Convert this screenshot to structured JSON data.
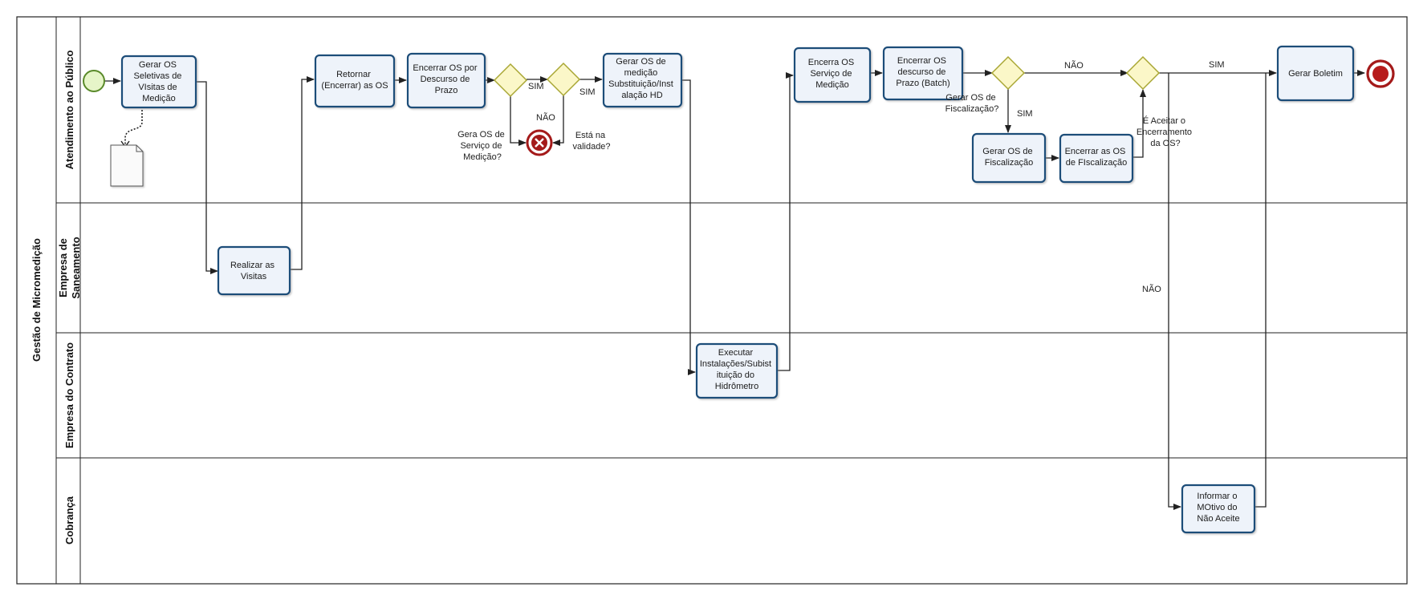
{
  "pool": {
    "title": "Gestão de Micromedição"
  },
  "lanes": [
    {
      "id": "atendimento",
      "title": "Atendimento ao Público"
    },
    {
      "id": "saneamento",
      "title": "Empresa de Saneamento"
    },
    {
      "id": "contrato",
      "title": "Empresa do Contrato"
    },
    {
      "id": "cobranca",
      "title": "Cobrança"
    }
  ],
  "tasks": {
    "gerar_os_seletivas": [
      "Gerar OS",
      "Seletivas  de",
      "VIsitas de",
      "Medição"
    ],
    "realizar_visitas": [
      "Realizar as",
      "Visitas"
    ],
    "retornar_os": [
      "Retornar",
      "(Encerrar) as OS"
    ],
    "encerrar_os_prazo": [
      "Encerrar OS  por",
      "Descurso de",
      "Prazo"
    ],
    "gerar_os_medicao": [
      "Gerar OS  de",
      "medição",
      "Substituição/Inst",
      "alação HD"
    ],
    "executar_instalacoes": [
      "Executar",
      "Instalações/Subist",
      "ituição do",
      "Hidrômetro"
    ],
    "encerra_os_servico": [
      "Encerra OS",
      "Serviço de",
      "Medição"
    ],
    "encerrar_os_batch": [
      "Encerrar OS",
      "descurso de",
      "Prazo  (Batch)"
    ],
    "gerar_os_fiscalizacao": [
      "Gerar  OS  de",
      "Fiscalização"
    ],
    "encerrar_os_fiscalizacao": [
      "Encerrar as OS",
      "de FIscalização"
    ],
    "informar_motivo": [
      "Informar  o",
      "MOtivo do",
      "Não Aceite"
    ],
    "gerar_boletim": [
      "Gerar Boletim"
    ]
  },
  "labels": {
    "sim_1": "SIM",
    "sim_2": "SIM",
    "nao_1": "NÃO",
    "gera_os_question": [
      "Gera OS de",
      "Serviço de",
      "Medição?"
    ],
    "validade_question": [
      "Está na",
      "validade?"
    ],
    "nao_2": "NÃO",
    "gerar_fisc_question": [
      "Gerar OS de",
      "Fiscalização?"
    ],
    "sim_3": "SIM",
    "sim_4": "SIM",
    "aceitar_question": [
      "É   Aceitar  o",
      "Encerramento",
      "da OS?"
    ],
    "nao_3": "NÃO"
  },
  "colors": {
    "task_fill": "#eef3fa",
    "task_stroke": "#1f4e79",
    "gateway_fill": "#fbf7c8",
    "gateway_stroke": "#a9a734",
    "start_event_fill": "#e6f5c8",
    "start_event_stroke": "#5a8a2a",
    "end_event_stroke": "#a41a1a",
    "error_event_stroke": "#a41a1a"
  }
}
